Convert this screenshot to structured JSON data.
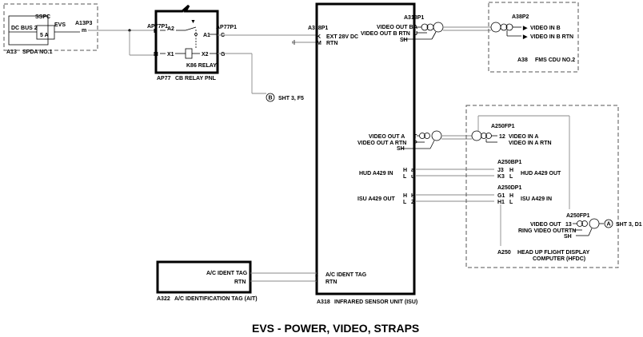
{
  "title": "EVS - POWER, VIDEO, STRAPS",
  "spda": {
    "ref": "A13",
    "name": "SPDA NO.1",
    "sspc": "SSPC",
    "bus": "DC BUS 2",
    "evs": "EVS",
    "amps": "5 A",
    "connector": "A13P3",
    "pin": "m"
  },
  "relay_panel": {
    "ref": "AP77",
    "name": "CB RELAY PNL",
    "conn_left": "AP77P1",
    "conn_right": "AP77P1",
    "relay": "K86 RELAY",
    "pins": {
      "L": "L",
      "A2": "A2",
      "A1": "A1",
      "C": "C",
      "M": "M",
      "X1": "X1",
      "X2": "X2",
      "G": "G"
    }
  },
  "sheet_ref_b": {
    "letter": "B",
    "text": "SHT 3,  F5"
  },
  "isu": {
    "ref": "A318",
    "name": "INFRARED SENSOR UNIT (ISU)",
    "conn": "A318P1",
    "pins": [
      {
        "pin": "K",
        "signal": "EXT 28V DC"
      },
      {
        "pin": "M",
        "signal": "RTN"
      }
    ],
    "video_b": {
      "line1": "VIDEO OUT  B",
      "line2": "VIDEO OUT  B  RTN",
      "sh": "SH",
      "p1": "A",
      "p2": "U"
    },
    "video_a": {
      "line1": "VIDEO OUT  A",
      "line2": "VIDEO OUT  A  RTN",
      "sh": "SH",
      "p1": "T",
      "p2": "P"
    },
    "hud_a429": {
      "label": "HUD  A429  IN",
      "h": "H",
      "l": "L",
      "p1": "a",
      "p2": "u"
    },
    "isu_a429": {
      "label": "ISU A429 OUT",
      "h": "H",
      "l": "L",
      "p1": "H",
      "p2": "Z"
    },
    "ident": {
      "line1": "A/C  IDENT  TAG",
      "line2": "RTN",
      "p1": "x",
      "p2": "f"
    }
  },
  "fms": {
    "ref": "A38",
    "name": "FMS CDU NO.2",
    "conn": "A38P2",
    "line1": "VIDEO  IN  B",
    "line2": "VIDEO  IN  B  RTN"
  },
  "hfdc": {
    "ref": "A250",
    "name_line1": "HEAD UP FLIGHT DISPLAY",
    "name_line2": "COMPUTER (HFDC)",
    "conn_fp1_top": "A250FP1",
    "video_in": {
      "pin": "12",
      "line1": "VIDEO  IN  A",
      "line2": "VIDEO  IN  A  RTN"
    },
    "conn_bp1": "A250BP1",
    "hud_out": {
      "p1": "J3",
      "p2": "K3",
      "h": "H",
      "l": "L",
      "label": "HUD  A429  OUT"
    },
    "conn_dp1": "A250DP1",
    "isu_in": {
      "p1": "G1",
      "p2": "H1",
      "h": "H",
      "l": "L",
      "label": "ISU  A429  IN"
    },
    "conn_fp1_bottom": "A250FP1",
    "video_out": {
      "pin": "13",
      "line1": "VIDEO  OUT",
      "line2": "RING VIDEO OUTRTN",
      "sh": "SH"
    }
  },
  "sheet_ref_a": {
    "letter": "A",
    "text": "SHT 3,  D1"
  },
  "ait": {
    "ref": "A322",
    "name": "A/C  IDENTIFICATION  TAG  (AIT)",
    "line1": "A/C IDENT  TAG",
    "line2": "RTN"
  }
}
